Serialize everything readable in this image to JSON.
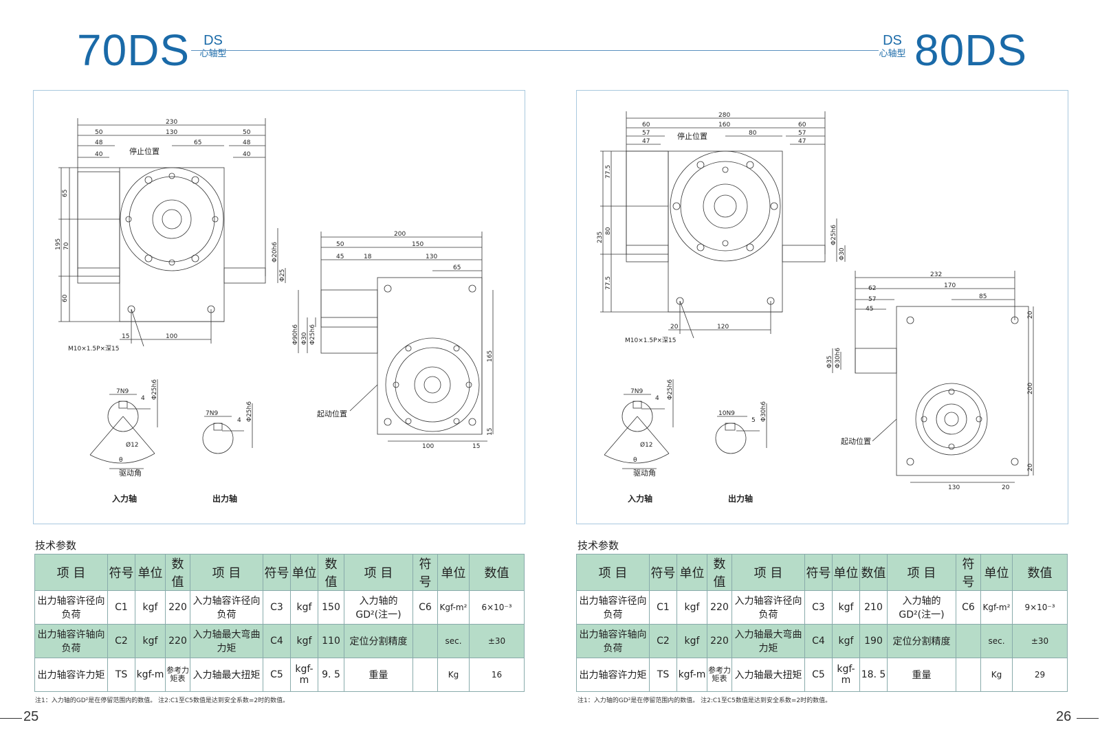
{
  "left": {
    "model": "70DS",
    "badge_ds": "DS",
    "badge_sub": "心轴型",
    "params_title": "技术参数",
    "headers": [
      [
        "项 目",
        "符号",
        "单位",
        "数值"
      ],
      [
        "项 目",
        "符号",
        "单位",
        "数值"
      ],
      [
        "项 目",
        "符号",
        "单位",
        "数值"
      ]
    ],
    "rows": [
      [
        "出力轴容许径向负荷",
        "C1",
        "kgf",
        "220",
        "入力轴容许径向负荷",
        "C3",
        "kgf",
        "150",
        "入力轴的GD²(注一)",
        "C6",
        "Kgf-m²",
        "6×10⁻³"
      ],
      [
        "出力轴容许轴向负荷",
        "C2",
        "kgf",
        "220",
        "入力轴最大弯曲力矩",
        "C4",
        "kgf",
        "110",
        "定位分割精度",
        "",
        "sec.",
        "±30"
      ],
      [
        "出力轴容许力矩",
        "TS",
        "kgf-m",
        "参考力矩表",
        "入力轴最大扭矩",
        "C5",
        "kgf-m",
        "9. 5",
        "重量",
        "",
        "Kg",
        "16"
      ]
    ],
    "note": "注1：入力轴的GD²是在停留范围内的数值。  注2:C1至C5数值是达到安全系数=2时的数值。",
    "page_number": "25",
    "drawing": {
      "top_dims": [
        "230",
        "50",
        "130",
        "50",
        "48",
        "65",
        "48",
        "40",
        "40"
      ],
      "left_dims": [
        "65",
        "195",
        "70",
        "60"
      ],
      "shaft_dims": [
        "Φ20h6",
        "Φ25"
      ],
      "bottom_dims": [
        "15",
        "100"
      ],
      "thread": "M10×1.5P×深15",
      "stop_label": "停止位置",
      "side_dims": [
        "200",
        "50",
        "150",
        "45",
        "18",
        "130",
        "65",
        "Φ90h6",
        "Φ30",
        "Φ25h6",
        "165",
        "100",
        "15",
        "15"
      ],
      "start_label": "起动位置",
      "key1": [
        "7N9",
        "4",
        "Φ25h6",
        "Ø12",
        "θ"
      ],
      "drive_angle": "驱动角",
      "key2": [
        "7N9",
        "4",
        "Φ25h6"
      ],
      "input_shaft": "入力轴",
      "output_shaft": "出力轴"
    }
  },
  "right": {
    "model": "80DS",
    "badge_ds": "DS",
    "badge_sub": "心轴型",
    "params_title": "技术参数",
    "headers": [
      [
        "项 目",
        "符号",
        "单位",
        "数值"
      ],
      [
        "项 目",
        "符号",
        "单位",
        "数值"
      ],
      [
        "项 目",
        "符号",
        "单位",
        "数值"
      ]
    ],
    "rows": [
      [
        "出力轴容许径向负荷",
        "C1",
        "kgf",
        "220",
        "入力轴容许径向负荷",
        "C3",
        "kgf",
        "210",
        "入力轴的GD²(注一)",
        "C6",
        "Kgf-m²",
        "9×10⁻³"
      ],
      [
        "出力轴容许轴向负荷",
        "C2",
        "kgf",
        "220",
        "入力轴最大弯曲力矩",
        "C4",
        "kgf",
        "190",
        "定位分割精度",
        "",
        "sec.",
        "±30"
      ],
      [
        "出力轴容许力矩",
        "TS",
        "kgf-m",
        "参考力矩表",
        "入力轴最大扭矩",
        "C5",
        "kgf-m",
        "18. 5",
        "重量",
        "",
        "Kg",
        "29"
      ]
    ],
    "note": "注1：入力轴的GD²是在停留范围内的数值。  注2:C1至C5数值是达到安全系数=2时的数值。",
    "page_number": "26",
    "drawing": {
      "top_dims": [
        "280",
        "60",
        "160",
        "60",
        "57",
        "80",
        "57",
        "47",
        "47"
      ],
      "left_dims": [
        "77.5",
        "235",
        "80",
        "77.5"
      ],
      "shaft_dims": [
        "Φ25h6",
        "Φ30"
      ],
      "bottom_dims": [
        "20",
        "120"
      ],
      "thread": "M10×1.5P×深15",
      "stop_label": "停止位置",
      "side_dims": [
        "232",
        "62",
        "170",
        "57",
        "85",
        "45",
        "Φ35",
        "Φ30h6",
        "20",
        "200",
        "20",
        "130",
        "20"
      ],
      "start_label": "起动位置",
      "key1": [
        "7N9",
        "4",
        "Φ25h6",
        "Ø12",
        "θ"
      ],
      "drive_angle": "驱动角",
      "key2": [
        "10N9",
        "5",
        "Φ30h6"
      ],
      "input_shaft": "入力轴",
      "output_shaft": "出力轴"
    }
  },
  "colors": {
    "title_blue": "#1a6aa8",
    "table_header_green": "#b6dcc8",
    "box_border": "#a8c8de"
  }
}
